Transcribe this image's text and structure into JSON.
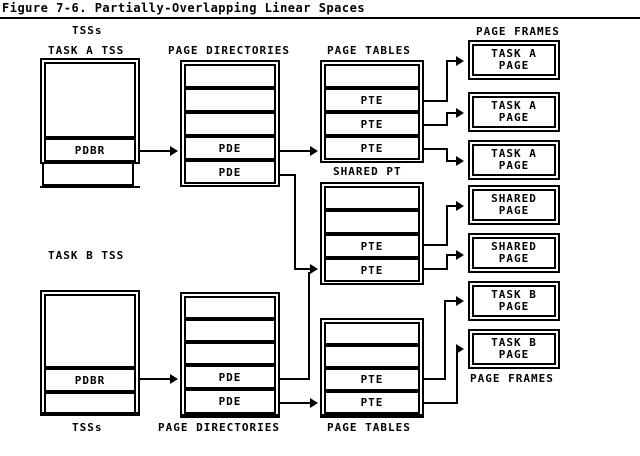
{
  "figure": {
    "title": "Figure 7-6. Partially-Overlapping Linear Spaces"
  },
  "labels": {
    "tsss_top": "TSSs",
    "tsss_bottom": "TSSs",
    "task_a_tss": "TASK A TSS",
    "task_b_tss": "TASK B TSS",
    "page_directories_top": "PAGE DIRECTORIES",
    "page_directories_bottom": "PAGE DIRECTORIES",
    "page_tables_top": "PAGE TABLES",
    "page_tables_bottom": "PAGE TABLES",
    "shared_pt": "SHARED PT",
    "page_frames_top": "PAGE FRAMES",
    "page_frames_bottom": "PAGE FRAMES"
  },
  "entries": {
    "pdbr": "PDBR",
    "pde": "PDE",
    "pte": "PTE",
    "empty": ""
  },
  "task_a_tss": {
    "label": "TASK A TSS",
    "cells": [
      {
        "text": "",
        "name": "task-a-tss-cell-empty-1"
      },
      {
        "text": "PDBR",
        "name": "task-a-tss-cell-pdbr"
      },
      {
        "text": "",
        "name": "task-a-tss-cell-empty-2"
      }
    ]
  },
  "task_b_tss": {
    "label": "TASK B TSS",
    "cells": [
      {
        "text": "",
        "name": "task-b-tss-cell-empty-1"
      },
      {
        "text": "PDBR",
        "name": "task-b-tss-cell-pdbr"
      },
      {
        "text": "",
        "name": "task-b-tss-cell-empty-2"
      }
    ]
  },
  "task_a_page_directory": {
    "cells": [
      {
        "text": "",
        "name": "task-a-pd-cell-1"
      },
      {
        "text": "",
        "name": "task-a-pd-cell-2"
      },
      {
        "text": "",
        "name": "task-a-pd-cell-3"
      },
      {
        "text": "PDE",
        "name": "task-a-pd-cell-pde-1"
      },
      {
        "text": "PDE",
        "name": "task-a-pd-cell-pde-2"
      }
    ]
  },
  "task_b_page_directory": {
    "cells": [
      {
        "text": "",
        "name": "task-b-pd-cell-1"
      },
      {
        "text": "",
        "name": "task-b-pd-cell-2"
      },
      {
        "text": "",
        "name": "task-b-pd-cell-3"
      },
      {
        "text": "PDE",
        "name": "task-b-pd-cell-pde-1"
      },
      {
        "text": "PDE",
        "name": "task-b-pd-cell-pde-2"
      }
    ]
  },
  "task_a_page_table": {
    "cells": [
      {
        "text": "",
        "name": "task-a-pt-cell-1"
      },
      {
        "text": "PTE",
        "name": "task-a-pt-cell-pte-1"
      },
      {
        "text": "PTE",
        "name": "task-a-pt-cell-pte-2"
      },
      {
        "text": "PTE",
        "name": "task-a-pt-cell-pte-3"
      }
    ]
  },
  "shared_page_table": {
    "label": "SHARED PT",
    "cells": [
      {
        "text": "",
        "name": "shared-pt-cell-1"
      },
      {
        "text": "",
        "name": "shared-pt-cell-2"
      },
      {
        "text": "PTE",
        "name": "shared-pt-cell-pte-1"
      },
      {
        "text": "PTE",
        "name": "shared-pt-cell-pte-2"
      }
    ]
  },
  "task_b_page_table": {
    "cells": [
      {
        "text": "",
        "name": "task-b-pt-cell-1"
      },
      {
        "text": "",
        "name": "task-b-pt-cell-2"
      },
      {
        "text": "PTE",
        "name": "task-b-pt-cell-pte-1"
      },
      {
        "text": "PTE",
        "name": "task-b-pt-cell-pte-2"
      }
    ]
  },
  "page_frames": [
    {
      "line1": "TASK A",
      "line2": "PAGE",
      "name": "page-frame-task-a-1"
    },
    {
      "line1": "TASK A",
      "line2": "PAGE",
      "name": "page-frame-task-a-2"
    },
    {
      "line1": "TASK A",
      "line2": "PAGE",
      "name": "page-frame-task-a-3"
    },
    {
      "line1": "SHARED",
      "line2": "PAGE",
      "name": "page-frame-shared-1"
    },
    {
      "line1": "SHARED",
      "line2": "PAGE",
      "name": "page-frame-shared-2"
    },
    {
      "line1": "TASK B",
      "line2": "PAGE",
      "name": "page-frame-task-b-1"
    },
    {
      "line1": "TASK B",
      "line2": "PAGE",
      "name": "page-frame-task-b-2"
    }
  ],
  "colors": {
    "ink": "#000000",
    "paper": "#ffffff"
  }
}
